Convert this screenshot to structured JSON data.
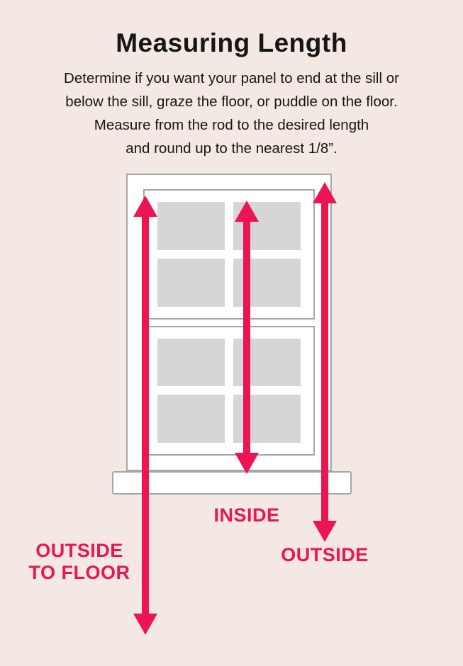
{
  "page": {
    "title": "Measuring Length",
    "description_lines": [
      "Determine if you want your panel to end at the sill or",
      "below the sill, graze the floor, or puddle on the floor.",
      "Measure from the rod to the desired length",
      "and round up to the nearest 1/8”."
    ]
  },
  "labels": {
    "inside": "INSIDE",
    "outside": "OUTSIDE",
    "outside_to_floor_line1": "OUTSIDE",
    "outside_to_floor_line2": "TO FLOOR"
  },
  "colors": {
    "background": "#f3e8e2",
    "accent": "#ec1552",
    "text": "#161616",
    "pane": "#d6d6d6",
    "frame_border": "#a6a6a6"
  }
}
